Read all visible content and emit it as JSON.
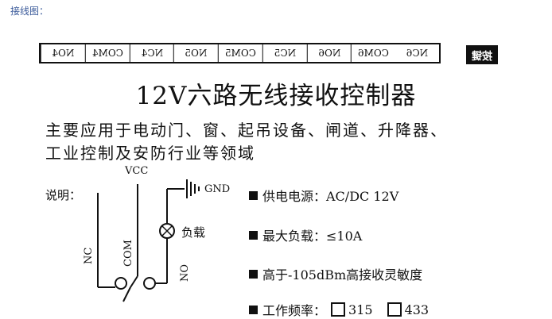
{
  "caption": "接线图：",
  "terminals": [
    "NC6",
    "COM6",
    "NO6",
    "NC5",
    "COM5",
    "NO5",
    "NC4",
    "COM4",
    "NO4"
  ],
  "tag_label": "按键",
  "title": "12V六路无线接收控制器",
  "description": [
    "主要应用于电动门、窗、起吊设备、闸道、升降器、",
    "工业控制及安防行业等领域"
  ],
  "explain_label": "说明：",
  "wiring": {
    "vcc": "VCC",
    "gnd": "GND",
    "load": "负载",
    "nc": "NC",
    "com": "COM",
    "no": "NO"
  },
  "specs": {
    "power": "供电电源：AC/DC 12V",
    "max_load": "最大负载：≤10A",
    "sensitivity": "高于-105dBm高接收灵敏度",
    "freq_label": "工作频率：",
    "freq_a": "315",
    "freq_b": "433"
  }
}
